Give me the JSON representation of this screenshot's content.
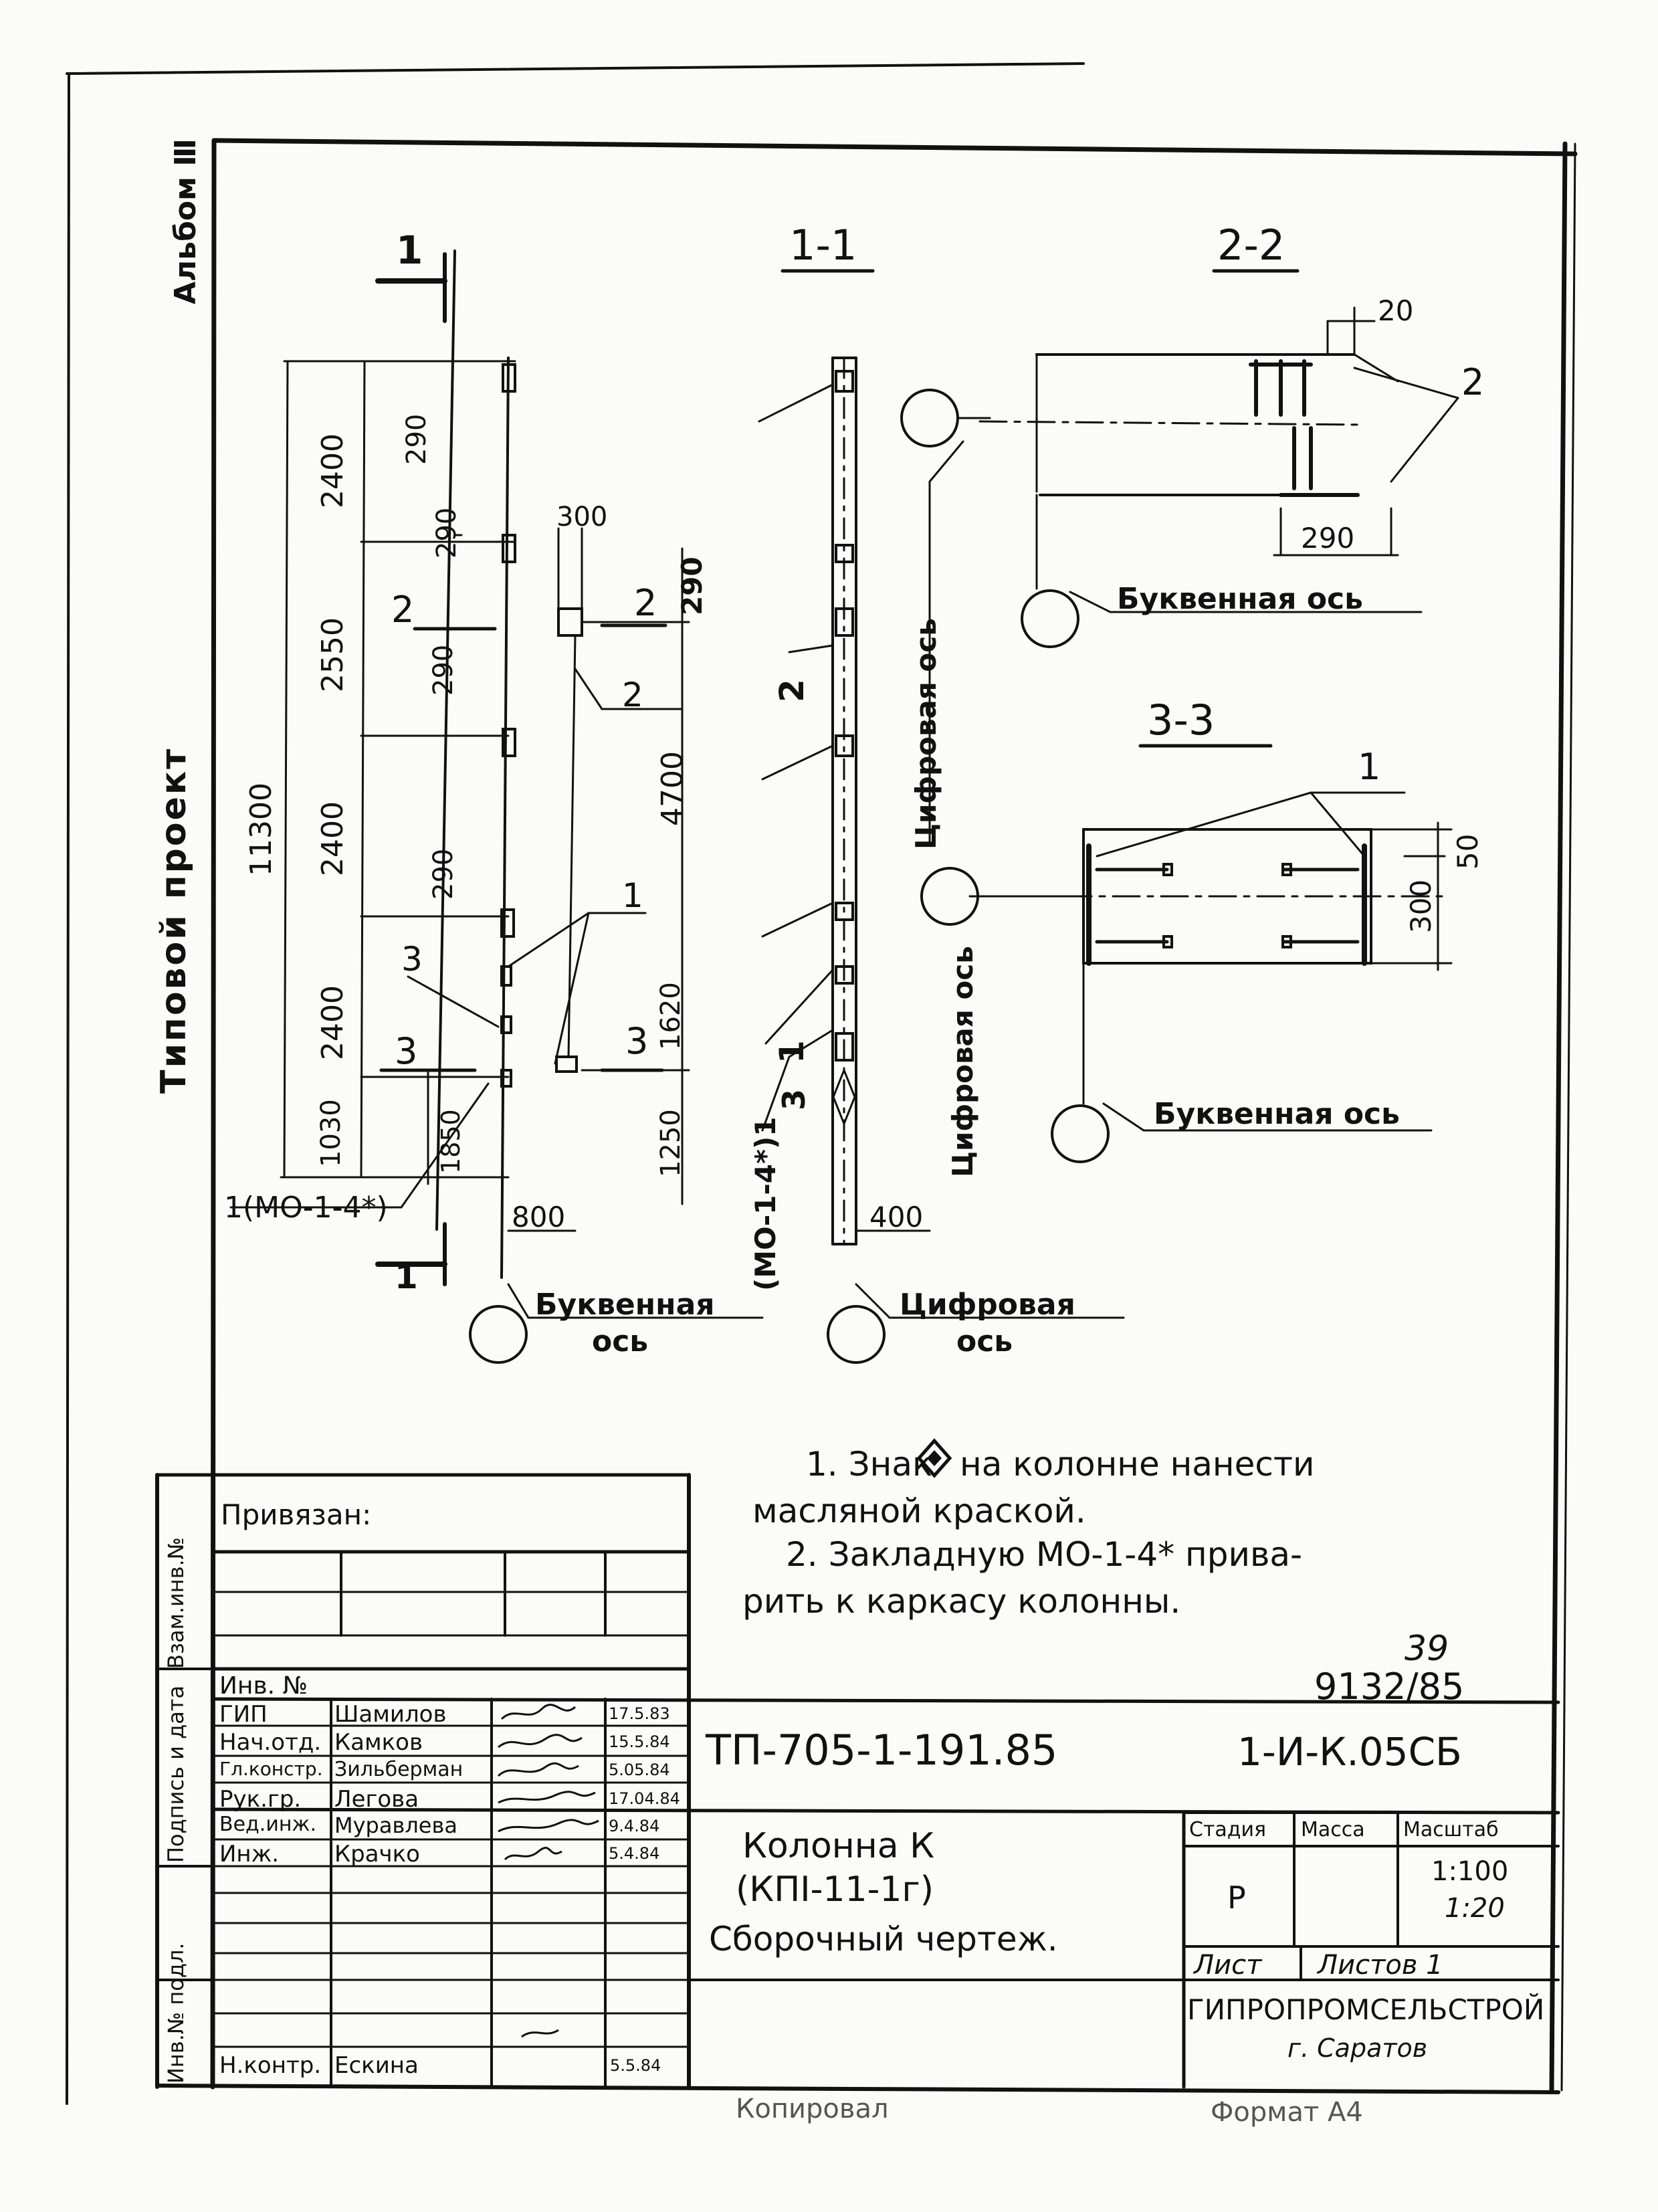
{
  "album": "Альбом Ⅲ",
  "project_type": "Типовой проект",
  "views": {
    "elevation_marker": "1",
    "section_1_title": "1-1",
    "section_2_title": "2-2",
    "section_3_title": "3-3"
  },
  "elevation": {
    "total_height": "11300",
    "seg_2400_top": "2400",
    "seg_2550": "2550",
    "seg_2400_mid": "2400",
    "seg_2400_low": "2400",
    "seg_1030": "1030",
    "dim_290_a": "290",
    "dim_290_b": "290",
    "dim_290_c": "290",
    "dim_290_d": "290",
    "dim_1850": "1850",
    "dim_300": "300",
    "dim_290_r": "290",
    "dim_4700": "4700",
    "dim_1620": "1620",
    "dim_1250": "1250",
    "dim_800": "800",
    "callout_2": "2",
    "callout_1": "1",
    "callout_3": "3",
    "section_mark_2a": "2",
    "section_mark_2b": "2",
    "section_mark_3a": "3",
    "section_mark_3b": "3",
    "embedded_label": "1(МО-1-4*)",
    "axis_lettered_1": "Буквенная",
    "axis_lettered_2": "ось"
  },
  "section_1": {
    "callout_2": "2",
    "callout_1": "1",
    "callout_3": "3",
    "callout_1b": "1",
    "embedded_label": "(МО-1-4*)1",
    "axis_numeric_top": "Цифровая ось",
    "axis_numeric_bottom": "Цифровая ось",
    "dim_400": "400",
    "axis_numeric_1": "Цифровая",
    "axis_numeric_2": "ось"
  },
  "section_2": {
    "dim_20": "20",
    "callout_2": "2",
    "dim_290": "290",
    "axis_lettered": "Буквенная ось"
  },
  "section_3": {
    "callout_1": "1",
    "dim_50": "50",
    "dim_300": "300",
    "axis_lettered": "Буквенная ось"
  },
  "notes": {
    "note_1a": "1. Знак",
    "note_1b": "на колонне нанести",
    "note_1c": "масляной краской.",
    "note_2a": "2. Закладную МО-1-4* прива-",
    "note_2b": "рить к каркасу колонны."
  },
  "sheet_numbers": {
    "page": "39",
    "inventory": "9132/85"
  },
  "title_block": {
    "bound_label": "Привязан:",
    "inv_label": "Инв. №",
    "doc_code": "ТП-705-1-191.85",
    "sheet_code": "1-И-К.05СБ",
    "title_1": "Колонна К",
    "title_2": "(КПI-11-1г)",
    "title_3": "Сборочный чертеж.",
    "stage_header": "Стадия",
    "mass_header": "Масса",
    "scale_header": "Масштаб",
    "stage_value": "Р",
    "scale_1": "1:100",
    "scale_2": "1:20",
    "sheet_label": "Лист",
    "sheets_label": "Листов 1",
    "org_1": "ГИПРОПРОМСЕЛЬСТРОЙ",
    "org_2": "г. Саратов",
    "roles": [
      {
        "role": "ГИП",
        "name": "Шамилов",
        "date": "17.5.83"
      },
      {
        "role": "Нач.отд.",
        "name": "Камков",
        "date": "15.5.84"
      },
      {
        "role": "Гл.констр.",
        "name": "Зильберман",
        "date": "5.05.84"
      },
      {
        "role": "Рук.гр.",
        "name": "Легова",
        "date": "17.04.84"
      },
      {
        "role": "Вед.инж.",
        "name": "Муравлева",
        "date": "9.4.84"
      },
      {
        "role": "Инж.",
        "name": "Крачко",
        "date": "5.4.84"
      }
    ],
    "norm_control": {
      "role": "Н.контр.",
      "name": "Ескина",
      "date": "5.5.84"
    },
    "side_col_1": "Взам.инв.№",
    "side_col_2": "Подпись и дата",
    "side_col_3": "Инв.№ подл."
  },
  "footer": {
    "copied": "Копировал",
    "format": "Формат А4"
  }
}
